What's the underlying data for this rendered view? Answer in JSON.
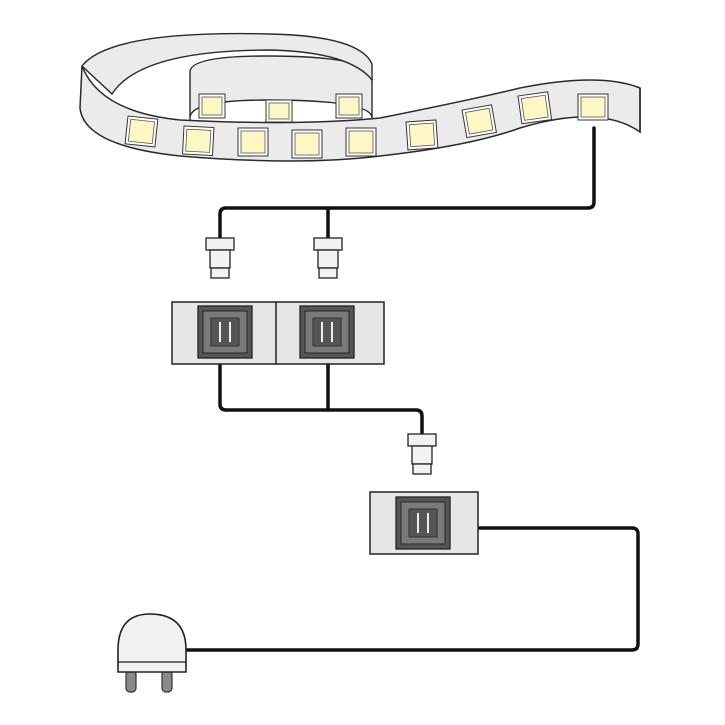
{
  "diagram": {
    "colors": {
      "background": "#ffffff",
      "strip": "#ebebeb",
      "strip_outline": "#2a2a2a",
      "led_chip": "#fdf7c6",
      "led_frame": "#ffffff",
      "cable": "#111111",
      "connector_body": "#f2f2f2",
      "junction_box": "#e6e6e6",
      "socket": "#7a7a7a",
      "socket_dark": "#555555",
      "plug_body": "#f1f1f1",
      "plug_pin": "#8a8a8a"
    },
    "parts": [
      {
        "name": "led-strip-reel",
        "icon": "led-strip-icon"
      },
      {
        "name": "strip-connector-left",
        "icon": "connector-icon"
      },
      {
        "name": "strip-connector-right",
        "icon": "connector-icon"
      },
      {
        "name": "splitter-box",
        "icon": "dual-socket-icon"
      },
      {
        "name": "splitter-input-connector",
        "icon": "connector-icon"
      },
      {
        "name": "power-adapter-box",
        "icon": "socket-icon"
      },
      {
        "name": "wall-plug",
        "icon": "plug-icon"
      }
    ]
  }
}
